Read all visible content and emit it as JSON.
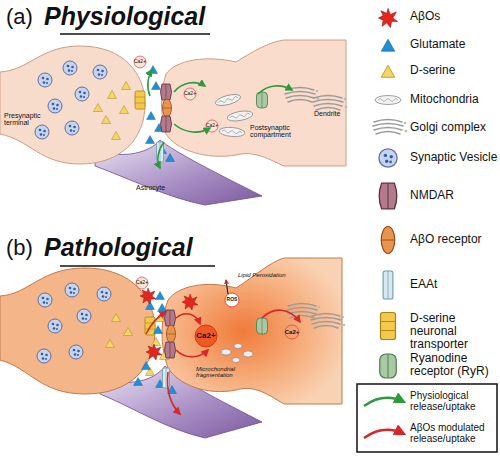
{
  "diagram": {
    "labels": [
      "(a)",
      "Physiological",
      "Presynaptic terminal",
      "Ca2+",
      "Ca2+",
      "Ca2+",
      "Postsynaptic compartment",
      "Dendrite",
      "Astrocyte",
      "(b)",
      "Pathological",
      "Ca2+",
      "ROS",
      "Lipid Peroxidation",
      "Ca2+",
      "Ca2+",
      "Microchondrial fragmentation"
    ],
    "legend": [
      {
        "text": "AβOs"
      },
      {
        "text": "Glutamate"
      },
      {
        "text": "D-serine"
      },
      {
        "text": "Mitochondria"
      },
      {
        "text": "Golgi complex"
      },
      {
        "text": "Synaptic Vesicle"
      },
      {
        "text": "NMDAR"
      },
      {
        "text": "AβO receptor"
      },
      {
        "text": "EAAt"
      },
      {
        "text": "D-serine neuronal transporter"
      },
      {
        "text": "Ryanodine receptor (RyR)"
      },
      {
        "text": "Physiological release/uptake"
      },
      {
        "text": "AβOs modulated release/uptake"
      }
    ]
  }
}
